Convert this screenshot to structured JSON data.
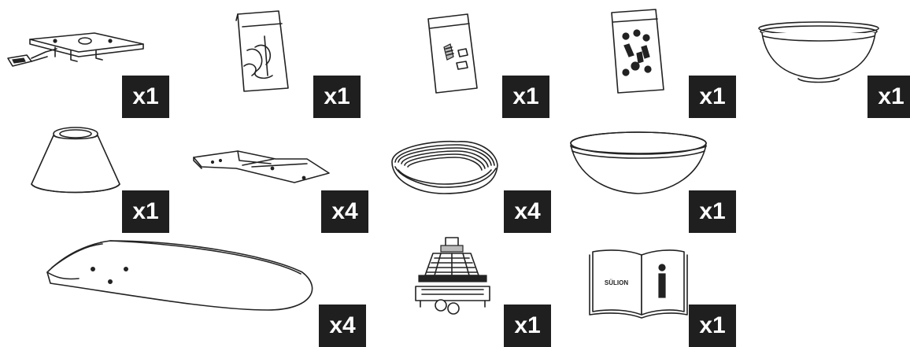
{
  "parts": [
    {
      "name": "mounting-bracket",
      "quantity": "x1"
    },
    {
      "name": "screw-bag-a",
      "quantity": "x1"
    },
    {
      "name": "screw-bag-b",
      "quantity": "x1"
    },
    {
      "name": "screw-bag-c",
      "quantity": "x1"
    },
    {
      "name": "light-bowl",
      "quantity": "x1"
    },
    {
      "name": "canopy",
      "quantity": "x1"
    },
    {
      "name": "blade-arm",
      "quantity": "x4"
    },
    {
      "name": "decorative-ring",
      "quantity": "x4"
    },
    {
      "name": "glass-cover",
      "quantity": "x1"
    },
    {
      "name": "fan-blade",
      "quantity": "x4"
    },
    {
      "name": "motor-assembly",
      "quantity": "x1"
    },
    {
      "name": "instruction-manual",
      "quantity": "x1"
    }
  ],
  "manual_cover_text": "SÜLION"
}
